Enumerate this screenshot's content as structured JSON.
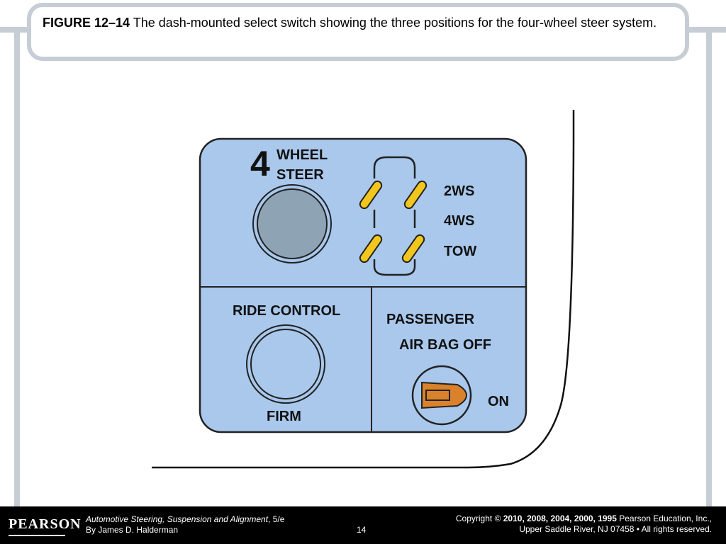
{
  "caption": {
    "figure_label": "FIGURE 12–14",
    "text": " The dash-mounted select switch showing the three positions for the four-wheel steer system."
  },
  "panel": {
    "number": "4",
    "title_line1": "WHEEL",
    "title_line2": "STEER",
    "mode_2ws": "2WS",
    "mode_4ws": "4WS",
    "mode_tow": "TOW",
    "ride_control": "RIDE CONTROL",
    "firm": "FIRM",
    "passenger": "PASSENGER",
    "airbag_off": "AIR BAG OFF",
    "on": "ON"
  },
  "colors": {
    "panel_fill": "#a9c8ec",
    "wheel_yellow": "#f2c61c",
    "airbag_orange": "#d9822b",
    "button_gray": "#8ea3b3"
  },
  "footer": {
    "logo": "PEARSON",
    "book_title": "Automotive Steering, Suspension and Alignment",
    "edition": ", 5/e",
    "author": "By James D. Halderman",
    "page": "14",
    "copyright_prefix": "Copyright © ",
    "copyright_years": "2010, 2008, 2004, 2000, 1995",
    "copyright_holder": " Pearson Education, Inc.,",
    "address": "Upper Saddle River, NJ 07458 • All rights reserved."
  }
}
